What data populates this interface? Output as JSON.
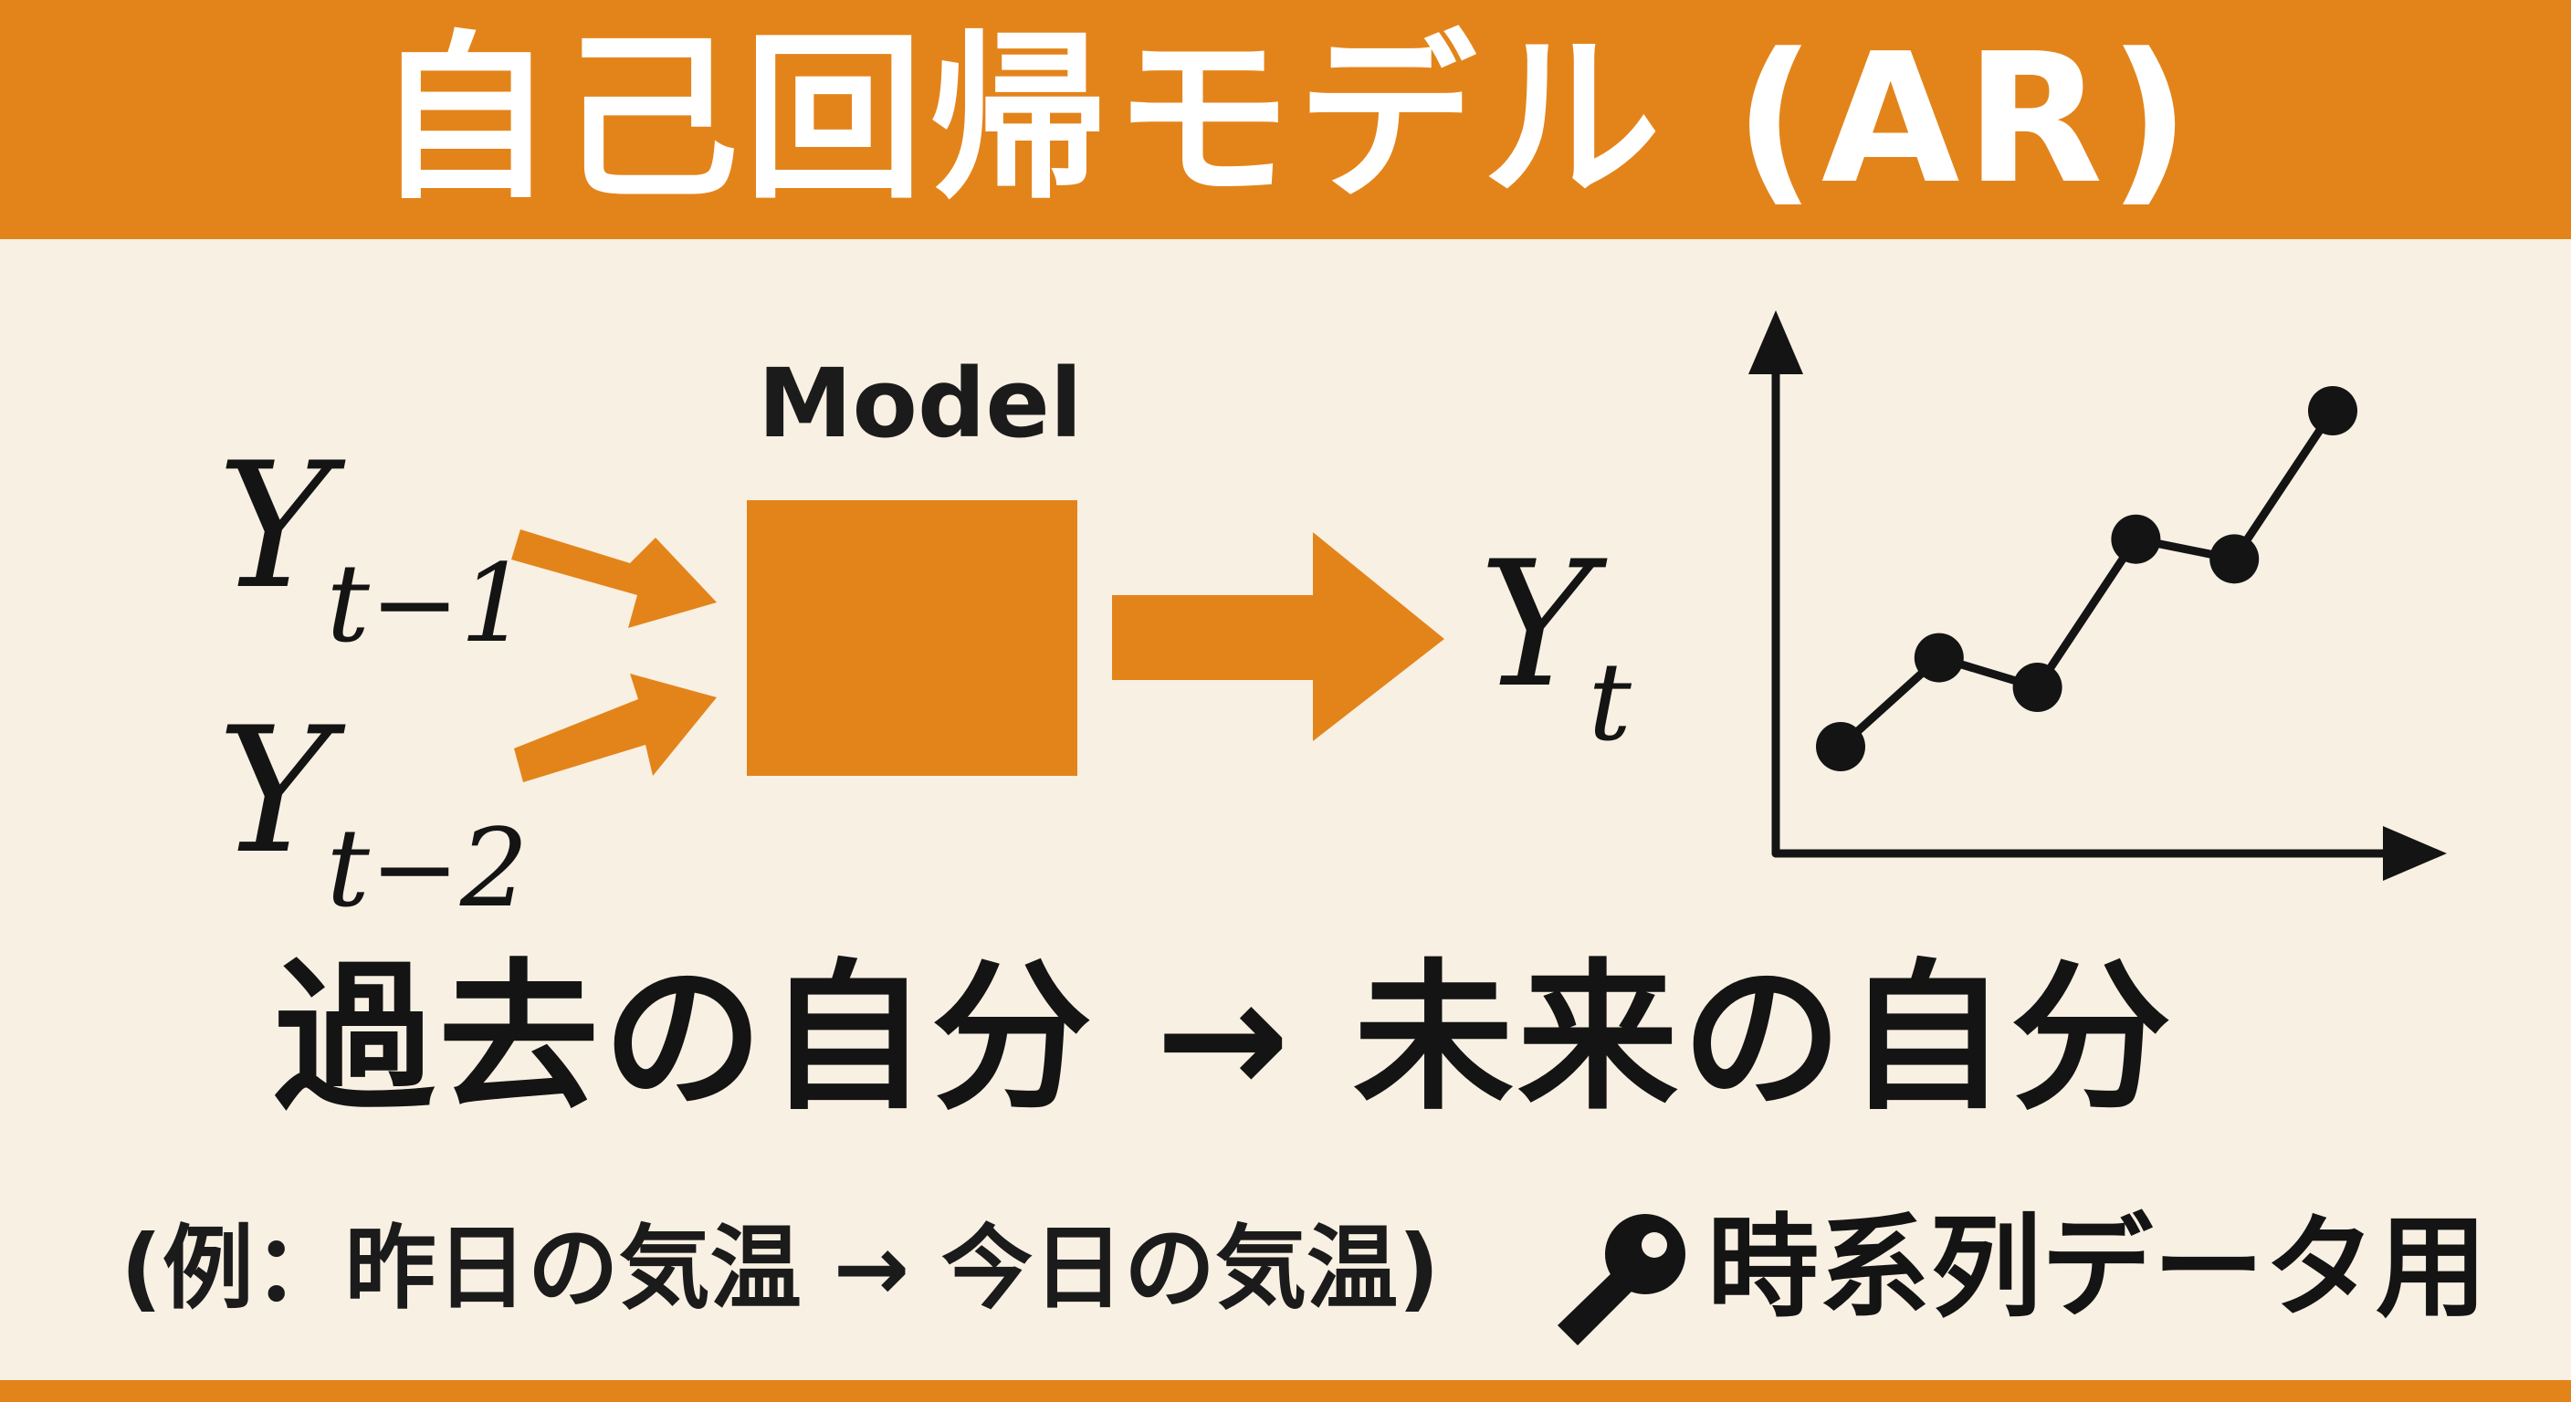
{
  "title": "自己回帰モデル (AR)",
  "model_label": "Model",
  "inputs": [
    {
      "base": "Y",
      "sub": "t−1"
    },
    {
      "base": "Y",
      "sub": "t−2"
    }
  ],
  "output": {
    "base": "Y",
    "sub": "t"
  },
  "main_caption": "過去の自分 → 未来の自分",
  "example_caption": "(例：昨日の気温 → 今日の気温)",
  "timeseries_caption": "時系列データ用",
  "colors": {
    "accent": "#e3841b",
    "background": "#f8f0e2",
    "ink": "#141414"
  },
  "icons": [
    "key-icon"
  ],
  "chart_data": {
    "type": "line",
    "series": [
      {
        "values": [
          1,
          2.8,
          2.2,
          5.2,
          4.8,
          7.8
        ]
      }
    ],
    "title": "",
    "xlabel": "",
    "ylabel": "",
    "grid": false
  }
}
